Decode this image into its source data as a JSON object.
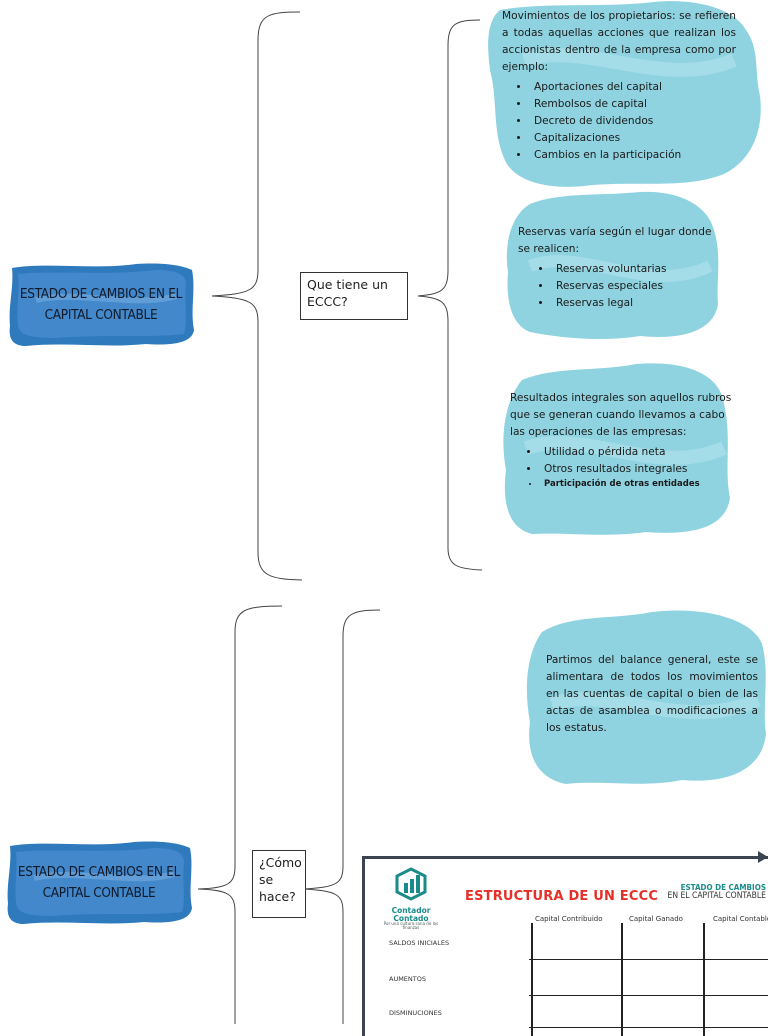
{
  "diagram": {
    "section1": {
      "title": "ESTADO DE CAMBIOS EN EL CAPITAL CONTABLE",
      "question": "Que tiene un ECCC?",
      "cloud1": {
        "intro": "Movimientos de los propietarios: se refieren a todas aquellas acciones que realizan los accionistas dentro de la empresa como por ejemplo:",
        "items": [
          "Aportaciones del capital",
          "Rembolsos de capital",
          "Decreto de dividendos",
          "Capitalizaciones",
          "Cambios en la participación"
        ]
      },
      "cloud2": {
        "intro": "Reservas varía según el lugar donde se realicen:",
        "items": [
          "Reservas voluntarias",
          "Reservas especiales",
          "Reservas legal"
        ]
      },
      "cloud3": {
        "intro": "Resultados integrales son aquellos rubros que se generan cuando llevamos a cabo las operaciones de las empresas:",
        "items": [
          "Utilidad o pérdida neta",
          "Otros resultados integrales",
          "Participación de otras entidades"
        ]
      }
    },
    "section2": {
      "title": "ESTADO DE CAMBIOS EN EL CAPITAL CONTABLE",
      "question": "¿Cómo se hace?",
      "cloud": {
        "text": "Partimos del balance general, este se alimentara de todos los movimientos en las cuentas de capital o bien de las actas de asamblea o modificaciones a los estatus."
      },
      "card": {
        "logo_name": "Contador Contado",
        "logo_tagline": "Por una cultura sana de las finanzas",
        "title": "ESTRUCTURA DE UN ECCC",
        "side_title_line1": "ESTADO DE CAMBIOS",
        "side_title_line2": "EN EL CAPITAL CONTABLE",
        "columns": [
          "Capital Contribuido",
          "Capital Ganado",
          "Capital Contable"
        ],
        "rows": [
          "SALDOS INICIALES",
          "AUMENTOS",
          "DISMINUCIONES"
        ]
      }
    }
  },
  "colors": {
    "cloud_fill": "#8fd3e0",
    "title_fill": "#2f79bd",
    "brand_red": "#e63027",
    "brand_teal": "#1b8a8a"
  }
}
